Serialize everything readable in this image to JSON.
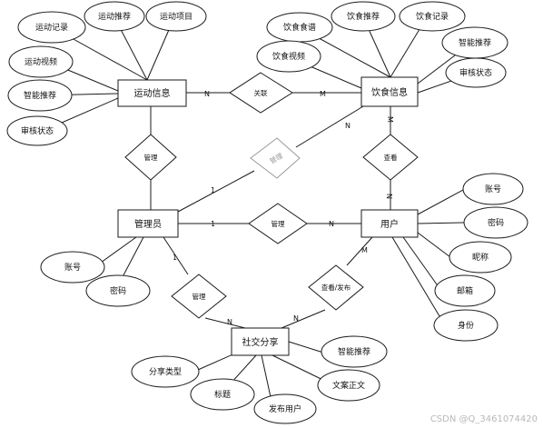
{
  "entities": {
    "sport": "运动信息",
    "diet": "饮食信息",
    "admin": "管理员",
    "user": "用户",
    "social": "社交分享"
  },
  "relations": {
    "assoc": "关联",
    "manage_sport": "管理",
    "admin_user": "管理",
    "manage_diet": "管理",
    "view": "查看",
    "manage_social": "管理",
    "view_publish": "查看/发布"
  },
  "attributes": {
    "sport": [
      "运动记录",
      "运动推荐",
      "运动项目",
      "运动视频",
      "智能推荐",
      "审核状态"
    ],
    "diet": [
      "饮食食谱",
      "饮食推荐",
      "饮食记录",
      "饮食视频",
      "智能推荐",
      "审核状态"
    ],
    "admin": [
      "账号",
      "密码"
    ],
    "user": [
      "账号",
      "密码",
      "昵称",
      "邮箱",
      "身份"
    ],
    "social": [
      "分享类型",
      "标题",
      "发布用户",
      "文案正文",
      "智能推荐"
    ]
  },
  "cardinalities": {
    "sport_assoc": "N",
    "diet_assoc": "M",
    "diet_view": "M",
    "user_view": "N",
    "admin_manage_diet": "1",
    "diet_manage": "N",
    "admin_user_1": "1",
    "user_admin_n": "N",
    "admin_social_1": "1",
    "social_manage_n": "N",
    "social_view_n": "N",
    "user_publish_m": "M"
  },
  "watermark": "CSDN @Q_3461074420"
}
